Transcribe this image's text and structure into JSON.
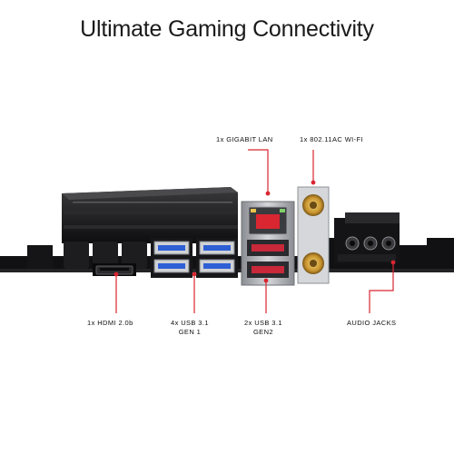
{
  "title": "Ultimate Gaming Connectivity",
  "colors": {
    "accent_red": "#d92631",
    "board_dark": "#1c1c1e",
    "usb_blue": "#2f5fd4",
    "usb_red": "#c8283a",
    "antenna_gold": "#c9952e"
  },
  "labels": {
    "lan": "1x GIGABIT LAN",
    "wifi": "1x 802.11AC WI-FI",
    "hdmi": "1x HDMI 2.0b",
    "usb_gen1_line1": "4x USB 3.1",
    "usb_gen1_line2": "GEN 1",
    "usb_gen2_line1": "2x USB 3.1",
    "usb_gen2_line2": "GEN2",
    "audio": "AUDIO JACKS"
  }
}
